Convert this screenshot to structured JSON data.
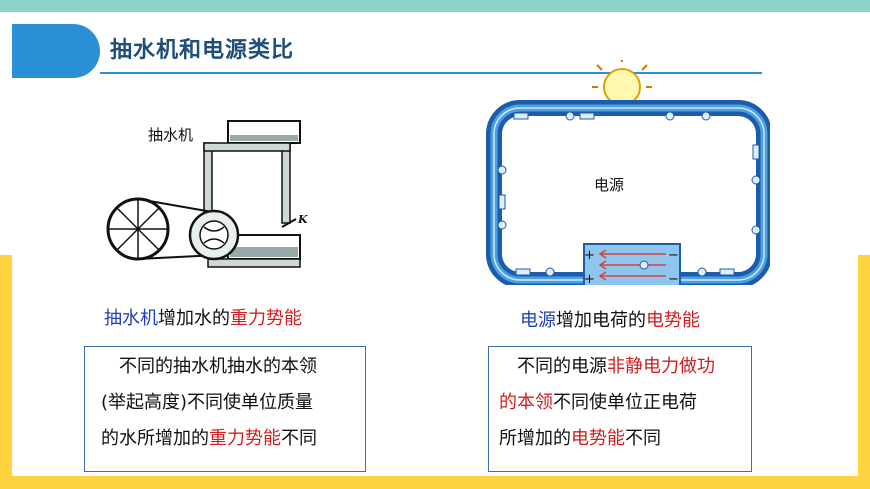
{
  "title": "抽水机和电源类比",
  "left": {
    "diagram_label": "抽水机",
    "valve_label": "K",
    "caption": {
      "a": "抽水机",
      "b": "增加水的",
      "c": "重力势能"
    },
    "box": {
      "l1": "不同的抽水机抽水的本领",
      "l2": "(举起高度)不同使单位质量",
      "l3a": "的水所增加的",
      "l3b": "重力势能",
      "l3c": "不同"
    }
  },
  "right": {
    "circuit_label": "电源",
    "plus": "+",
    "minus": "−",
    "caption": {
      "a": "电源",
      "b": "增加电荷的",
      "c": "电势能"
    },
    "box": {
      "l1a": "不同的电源",
      "l1b": "非静电力做功",
      "l2a": "的本领",
      "l2b": "不同使单位正电荷",
      "l3a": "所增加的",
      "l3b": "电势能",
      "l3c": "不同"
    }
  },
  "colors": {
    "accent": "#2b8fd6",
    "title": "#1f4e79",
    "highlight_red": "#d01f1f",
    "highlight_blue": "#1f3fbf",
    "yellow_band": "#ffd23f",
    "teal_strip": "#8dd3c7"
  }
}
